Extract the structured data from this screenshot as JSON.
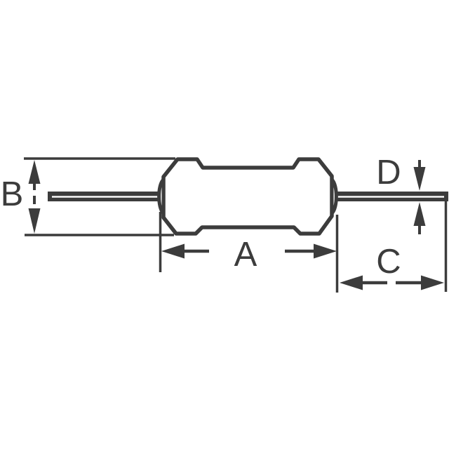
{
  "page": {
    "background_color": "#ffffff"
  },
  "diagram": {
    "kind": "axial-lead-resistor-dimension-drawing",
    "line_color": "#3c3c3c",
    "labels": {
      "a": "A",
      "b": "B",
      "c": "C",
      "d": "D"
    }
  }
}
